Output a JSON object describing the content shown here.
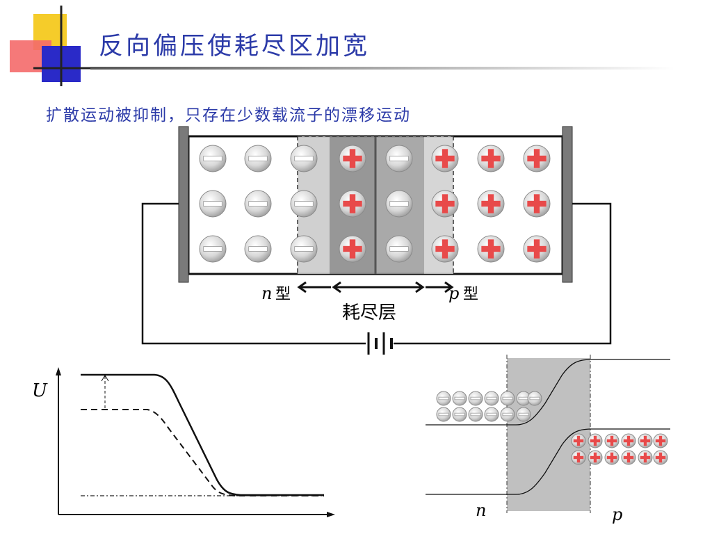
{
  "slide": {
    "title": "反向偏压使耗尽区加宽",
    "subtitle": "扩散运动被抑制，只存在少数载流子的漂移运动"
  },
  "junction": {
    "n_label": "n",
    "n_suffix": "型",
    "p_label": "p",
    "p_suffix": "型",
    "depletion_label": "耗尽层",
    "negative_ion_icon": "minus-circle-icon",
    "positive_ion_icon": "plus-circle-icon"
  },
  "potential_plot": {
    "y_label": "U"
  },
  "band_plot": {
    "n_label": "n",
    "p_label": "p"
  },
  "colors": {
    "title": "#2b3aa8",
    "positive_ion": "#e84a4a",
    "depletion_dark": "#8a8a8a",
    "depletion_light": "#c4c4c4"
  }
}
